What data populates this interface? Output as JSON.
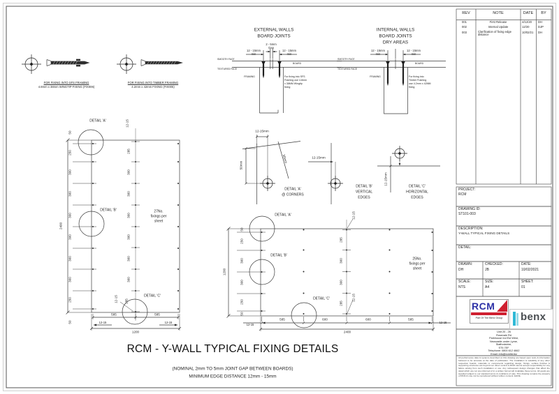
{
  "rev_table": {
    "headers": {
      "rev": "REV",
      "note": "NOTE",
      "date": "DATE",
      "by": "BY"
    },
    "rows": [
      {
        "rev": "001",
        "note": "First Release",
        "date": "4/12/20",
        "by": "DH"
      },
      {
        "rev": "002",
        "note": "Internal Update",
        "date": "12/20",
        "by": "DJP"
      },
      {
        "rev": "003",
        "note": "Clarification of fixing edge distance",
        "date": "10/02/21",
        "by": "DH"
      }
    ]
  },
  "title_block": {
    "project_label": "PROJECT:",
    "project": "RCM",
    "drawing_id_label": "DRAWING ID:",
    "drawing_id": "ST101-003",
    "description_label": "DESCRIPTION:",
    "description": "Y-WALL TYPICAL FIXING DETAILS",
    "detail_label": "DETAIL:",
    "detail": "",
    "drawn_label": "DRAWN:",
    "drawn": "DH",
    "checked_label": "CHECKED:",
    "checked": "JB",
    "date_label": "DATE:",
    "date": "10/02/2021",
    "scale_label": "SCALE:",
    "scale": "NTS",
    "size_label": "SIZE:",
    "size": "A4",
    "sheet_label": "SHEET:",
    "sheet": "01"
  },
  "logos": {
    "rcm": "RCM",
    "rcm_sub": "Part Of The Benx Group",
    "benx": "benx"
  },
  "address_lines": [
    "Unit 20 - 26",
    "Rosevale Rd",
    "Parkhouse Ind Est West,",
    "Newcastle-under-Lyme,",
    "Staffordshire,",
    "ST5 7EF",
    "Telephone: 0800 612 4662",
    "Email: info@rcmltd.biz"
  ],
  "disclaimer": "All performance data & systems described on this drawing are based upon tests & information believed to be accurate at the date of publication. The installation & suitability of any other respective boards, materials or components regarding design, fixings, surface finishes & supporting structures are beyond our direct control & RCM cannot accept responsibility for any failure arising from such installation or use. Any subsequent design changes that affect the detail which are not pre-informed of in a written format will invalidate these terms. All goods are supplied subject to our standard terms & conditions of sale. This drawing remains the property of RCM & may not be reproduced without written consent. E&OE.",
  "screw_details": {
    "sfs_title": "FOR FIXING INTO SFS FRAMING",
    "sfs_spec": "4.8mm x 38mm WINGTIP FIXING (FIX006)",
    "timber_title": "FOR FIXING INTO TIMBER FRAMING",
    "timber_spec": "4.2mm x 42mm FIXING (FIX005)"
  },
  "external_joint": {
    "title1": "EXTERNAL WALLS",
    "title2": "BOARD JOINTS",
    "gap1": "2 - 5mm",
    "gap2": "Gap",
    "dim": "12 - 15mm",
    "min": "min",
    "smooth": "SMOOTH FACE",
    "textured": "TEXTURED FACE",
    "board": "BOARD",
    "framing": "FRAMING",
    "note1": "For fixing into SFS",
    "note2": "Framing use 4.8mm",
    "note3": "x 38MM Wingtip",
    "note4": "fixing"
  },
  "internal_joint": {
    "title1": "INTERNAL WALLS",
    "title2": "BOARD JOINTS",
    "title3": "DRY AREAS",
    "dim": "12 - 15mm",
    "min": "min",
    "smooth": "SMOOTH FACE",
    "textured": "TEXTURED FACE",
    "board": "BOARD",
    "framing": "FRAMING",
    "note1": "For fixing into",
    "note2": "Timber Framing",
    "note3": "use 4.2mm x 42MM",
    "note4": "fixing"
  },
  "left_board": {
    "detail_a": "DETAIL 'A'",
    "detail_b": "DETAIL 'B'",
    "detail_c": "DETAIL 'C'",
    "count1": "27No.",
    "count2": "fixings per",
    "count3": "sheet",
    "overall_h": "2400",
    "overall_w": "1200",
    "edge": "12-15",
    "left_chain": [
      "50",
      "250",
      "300",
      "300",
      "300",
      "300",
      "300",
      "300",
      "250",
      "50"
    ],
    "mid_chain": [
      "12-15",
      "285",
      "300",
      "300",
      "300",
      "300",
      "300",
      "300",
      "285",
      "12-15"
    ],
    "bottom_chain": [
      "585",
      "585"
    ]
  },
  "right_board": {
    "detail_a": "DETAIL 'A'",
    "detail_b": "DETAIL 'B'",
    "detail_c": "DETAIL 'C'",
    "count1": "25No.",
    "count2": "fixings per",
    "count3": "sheet",
    "overall_h": "1200",
    "overall_w": "2400",
    "edge": "12-15",
    "left_chain": [
      "50",
      "250",
      "300",
      "300",
      "250",
      "50"
    ],
    "mid_chain": [
      "12-15",
      "285",
      "300",
      "300",
      "285",
      "12-15"
    ],
    "bottom_chain": [
      "585",
      "600",
      "600",
      "585"
    ]
  },
  "callouts": {
    "a_dim": "12-15mm",
    "a_v": "50mm",
    "a_d": "50mm",
    "a1": "DETAIL 'A'",
    "a2": "@ CORNERS",
    "b_dim": "12-15mm",
    "b1": "DETAIL 'B'",
    "b2": "VERTICAL",
    "b3": "EDGES",
    "c_dim": "12-15mm",
    "c1": "DETAIL 'C'",
    "c2": "HORIZONTAL",
    "c3": "EDGES"
  },
  "footer": {
    "title": "RCM - Y-WALL TYPICAL FIXING DETAILS",
    "sub1": "(NOMINAL 2mm TO 5mm JOINT GAP BETWEEN BOARDS)",
    "sub2": "MINIMUM EDGE DISTANCE 12mm - 15mm"
  }
}
